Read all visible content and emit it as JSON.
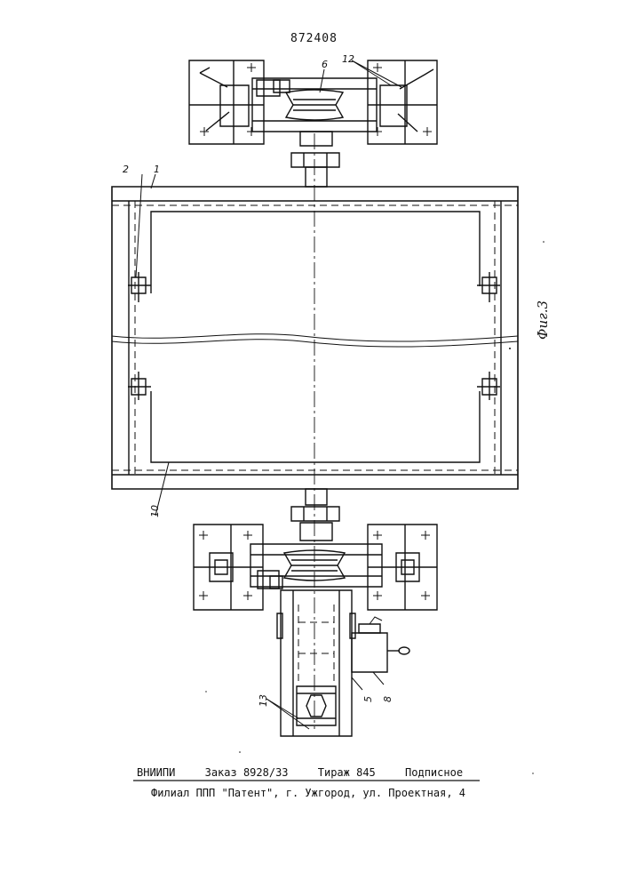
{
  "document": {
    "patent_number": "872408",
    "figure_label": "Фиг.3"
  },
  "callouts": {
    "c1": "1",
    "c2": "2",
    "c5": "5",
    "c6": "6",
    "c8": "8",
    "c10": "10",
    "c12": "12",
    "c13": "13"
  },
  "footer": {
    "org": "ВНИИПИ",
    "order": "Заказ 8928/33",
    "circulation": "Тираж 845",
    "subscription": "Подписное",
    "address": "Филиал ППП \"Патент\", г. Ужгород, ул. Проектная, 4"
  }
}
